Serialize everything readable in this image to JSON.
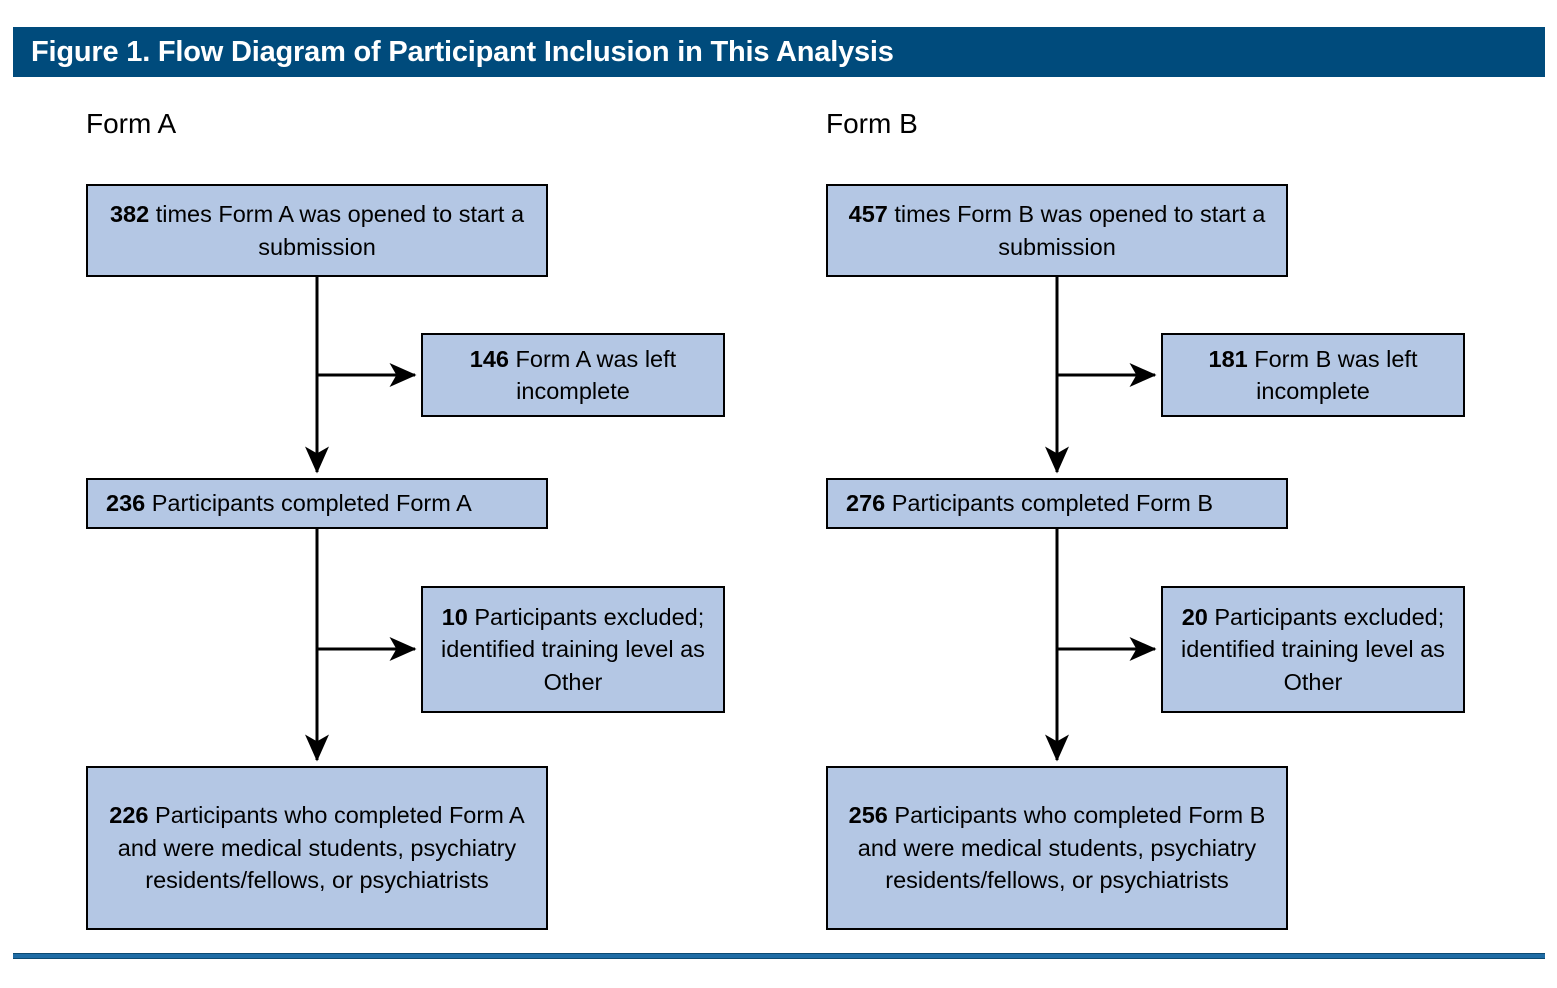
{
  "figure": {
    "title": "Figure 1. Flow Diagram of Participant Inclusion in This Analysis",
    "header_color": "#004B7C",
    "box_fill_color": "#B4C7E4",
    "box_border_color": "#000000",
    "rule_color": "#1F6CA5"
  },
  "columns": [
    {
      "heading": "Form A",
      "boxes": {
        "opened": {
          "count": "382",
          "text": " times Form A was opened to start a submission"
        },
        "incomplete": {
          "count": "146",
          "text": " Form A was left incomplete"
        },
        "completed": {
          "count": "236",
          "text": " Participants completed Form A"
        },
        "excluded": {
          "count": "10",
          "text": " Participants excluded; identified training level as Other"
        },
        "final": {
          "count": "226",
          "text": " Participants who completed Form A and were medical students, psychiatry residents/fellows, or psychiatrists"
        }
      }
    },
    {
      "heading": "Form B",
      "boxes": {
        "opened": {
          "count": "457",
          "text": " times Form B was opened to start a submission"
        },
        "incomplete": {
          "count": "181",
          "text": " Form B was left incomplete"
        },
        "completed": {
          "count": "276",
          "text": " Participants completed Form B"
        },
        "excluded": {
          "count": "20",
          "text": " Participants excluded; identified training level as Other"
        },
        "final": {
          "count": "256",
          "text": " Participants who completed Form B and were medical students, psychiatry residents/fellows, or psychiatrists"
        }
      }
    }
  ],
  "chart_data": {
    "type": "diagram",
    "title": "Figure 1. Flow Diagram of Participant Inclusion in This Analysis",
    "nodes": [
      {
        "id": "a_opened",
        "column": "Form A",
        "value": 382,
        "label": "382 times Form A was opened to start a submission"
      },
      {
        "id": "a_incomplete",
        "column": "Form A",
        "value": 146,
        "label": "146 Form A was left incomplete"
      },
      {
        "id": "a_completed",
        "column": "Form A",
        "value": 236,
        "label": "236 Participants completed Form A"
      },
      {
        "id": "a_excluded",
        "column": "Form A",
        "value": 10,
        "label": "10 Participants excluded; identified training level as Other"
      },
      {
        "id": "a_final",
        "column": "Form A",
        "value": 226,
        "label": "226 Participants who completed Form A and were medical students, psychiatry residents/fellows, or psychiatrists"
      },
      {
        "id": "b_opened",
        "column": "Form B",
        "value": 457,
        "label": "457 times Form B was opened to start a submission"
      },
      {
        "id": "b_incomplete",
        "column": "Form B",
        "value": 181,
        "label": "181 Form B was left incomplete"
      },
      {
        "id": "b_completed",
        "column": "Form B",
        "value": 276,
        "label": "276 Participants completed Form B"
      },
      {
        "id": "b_excluded",
        "column": "Form B",
        "value": 20,
        "label": "20 Participants excluded; identified training level as Other"
      },
      {
        "id": "b_final",
        "column": "Form B",
        "value": 256,
        "label": "256 Participants who completed Form B and were medical students, psychiatry residents/fellows, or psychiatrists"
      }
    ],
    "edges": [
      {
        "from": "a_opened",
        "to": "a_incomplete"
      },
      {
        "from": "a_opened",
        "to": "a_completed"
      },
      {
        "from": "a_completed",
        "to": "a_excluded"
      },
      {
        "from": "a_completed",
        "to": "a_final"
      },
      {
        "from": "b_opened",
        "to": "b_incomplete"
      },
      {
        "from": "b_opened",
        "to": "b_completed"
      },
      {
        "from": "b_completed",
        "to": "b_excluded"
      },
      {
        "from": "b_completed",
        "to": "b_final"
      }
    ]
  }
}
